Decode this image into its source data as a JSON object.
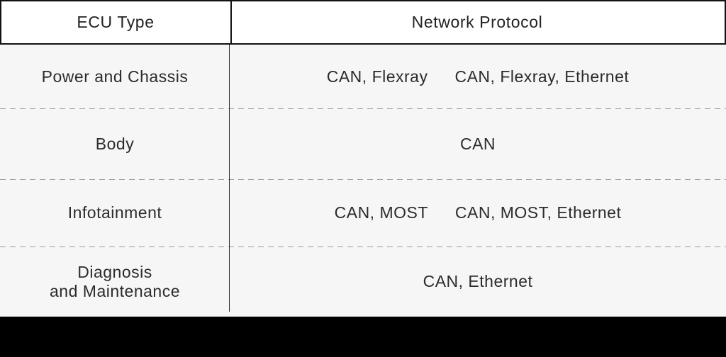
{
  "colors": {
    "page_background": "#000000",
    "header_background": "#ffffff",
    "body_background": "#f6f6f6",
    "border": "#111111",
    "dashed_separator": "#9b9b9b",
    "text": "#2b2b2b"
  },
  "table": {
    "header": {
      "ecu_type": "ECU Type",
      "network_protocol": "Network Protocol"
    },
    "rows": [
      {
        "ecu": "Power and Chassis",
        "protocols": [
          "CAN, Flexray",
          "CAN, Flexray, Ethernet"
        ]
      },
      {
        "ecu": "Body",
        "protocols": [
          "CAN"
        ]
      },
      {
        "ecu": "Infotainment",
        "protocols": [
          "CAN, MOST",
          "CAN, MOST, Ethernet"
        ]
      },
      {
        "ecu_line1": "Diagnosis",
        "ecu_line2": "and Maintenance",
        "protocols": [
          "CAN, Ethernet"
        ]
      }
    ]
  },
  "chart_data": {
    "type": "table",
    "columns": [
      "ECU Type",
      "Network Protocol"
    ],
    "rows": [
      [
        "Power and Chassis",
        "CAN, Flexray | CAN, Flexray, Ethernet"
      ],
      [
        "Body",
        "CAN"
      ],
      [
        "Infotainment",
        "CAN, MOST | CAN, MOST, Ethernet"
      ],
      [
        "Diagnosis and Maintenance",
        "CAN, Ethernet"
      ]
    ]
  }
}
